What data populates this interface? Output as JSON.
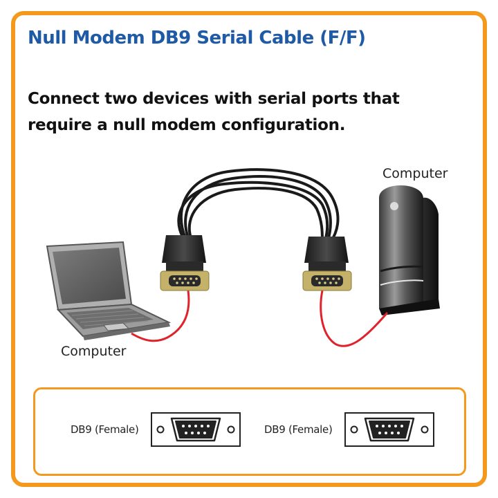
{
  "title": "Null Modem DB9 Serial Cable (F/F)",
  "description_line1": "Connect two devices with serial ports that",
  "description_line2": "require a null modem configuration.",
  "devices": {
    "right_label": "Computer",
    "left_label": "Computer"
  },
  "connectors": [
    {
      "label": "DB9 (Female)"
    },
    {
      "label": "DB9 (Female)"
    }
  ],
  "colors": {
    "frame_accent": "#f39a1e",
    "title_blue": "#1f5aa6",
    "link_red": "#e0222a"
  }
}
